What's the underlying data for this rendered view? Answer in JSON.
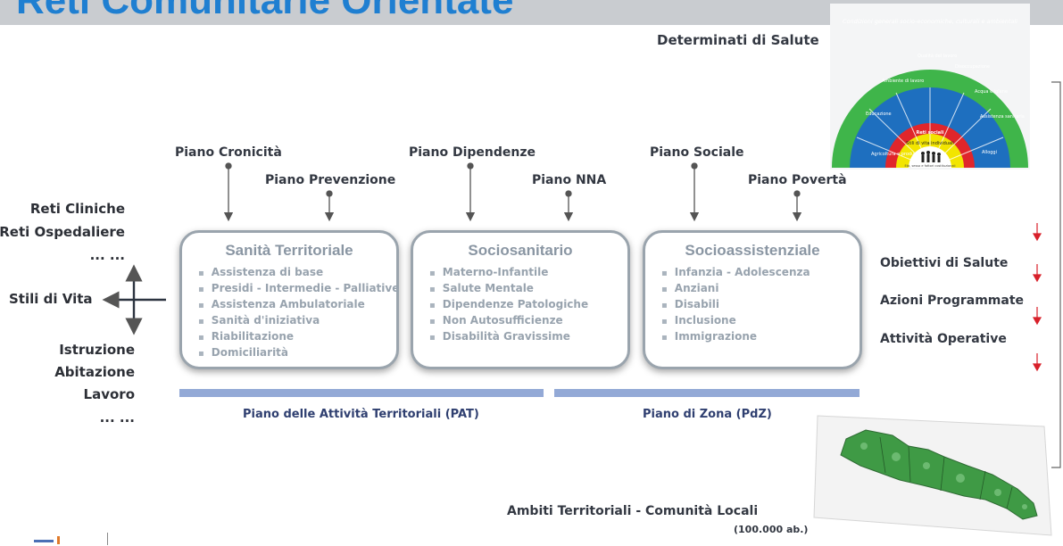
{
  "header": {
    "title": "Reti Comunitarie Orientate"
  },
  "determinanti": {
    "title": "Determinati di Salute",
    "outer_ring": "Condizioni generali socio-economiche, culturali e ambientali",
    "sectors": [
      "Agricoltura e produzione cibo",
      "Educazione",
      "Ambiente di lavoro",
      "Qualità del lavoro",
      "Disoccupazione",
      "Acqua e igiene",
      "Assistenza sanitaria",
      "Alloggi"
    ],
    "middle_ring": "Reti sociali",
    "inner_ring": "Stili di vita individuali",
    "core": "Età, sesso e fattori costituzionali",
    "colors": {
      "outer": "#3fb54a",
      "sectors": "#1e6fbf",
      "red": "#e0262b",
      "yellow": "#f2e500"
    }
  },
  "plans": [
    {
      "label": "Piano Cronicità"
    },
    {
      "label": "Piano Prevenzione"
    },
    {
      "label": "Piano Dipendenze"
    },
    {
      "label": "Piano NNA"
    },
    {
      "label": "Piano Sociale"
    },
    {
      "label": "Piano Povertà"
    }
  ],
  "left_labels": {
    "reti_cliniche": "Reti Cliniche",
    "reti_ospedaliere": "Reti Ospedaliere",
    "ellipsis_1": "... ...",
    "stili": "Stili di Vita",
    "istruzione": "Istruzione",
    "abitazione": "Abitazione",
    "lavoro": "Lavoro",
    "ellipsis_2": "... ..."
  },
  "boxes": [
    {
      "title": "Sanità Territoriale",
      "items": [
        "Assistenza di base",
        "Presidi - Intermedie - Palliative",
        "Assistenza Ambulatoriale",
        "Sanità d'iniziativa",
        "Riabilitazione",
        "Domiciliarità"
      ]
    },
    {
      "title": "Sociosanitario",
      "items": [
        "Materno-Infantile",
        "Salute Mentale",
        "Dipendenze Patologiche",
        "Non Autosufficienze",
        "Disabilità Gravissime"
      ]
    },
    {
      "title": "Socioassistenziale",
      "items": [
        "Infanzia - Adolescenza",
        "Anziani",
        "Disabili",
        "Inclusione",
        "Immigrazione"
      ]
    }
  ],
  "bars": {
    "pat": "Piano delle Attività Territoriali (PAT)",
    "pdz": "Piano di Zona (PdZ)",
    "color": "#93a9d6"
  },
  "right_labels": {
    "obiettivi": "Obiettivi di Salute",
    "azioni": "Azioni Programmate",
    "attivita": "Attività Operative"
  },
  "ambiti": {
    "title": "Ambiti Territoriali - Comunità Locali",
    "subtitle": "(100.000 ab.)"
  }
}
